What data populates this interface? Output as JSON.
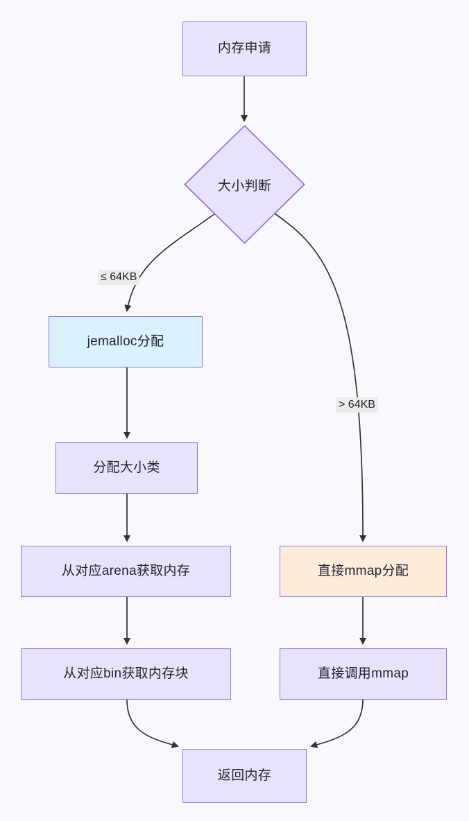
{
  "diagram": {
    "type": "flowchart",
    "direction": "top-down",
    "title_text": "",
    "background_color": "#f8f9fc",
    "theme": {
      "default_node_fill": "#e8e3fa",
      "node_border": "#9673e6",
      "cyan_node_fill": "#d9f2fb",
      "peach_node_fill": "#fcecd9",
      "edge_color": "#333333",
      "edge_label_bg": "#ebebeb",
      "text_color": "#1f2430"
    },
    "nodes": [
      {
        "id": "start",
        "label": "内存申请",
        "shape": "rect",
        "style": "default"
      },
      {
        "id": "size_check",
        "label": "大小判断",
        "shape": "diamond",
        "style": "default"
      },
      {
        "id": "jemalloc",
        "label": "jemalloc分配",
        "shape": "rect",
        "style": "cyan"
      },
      {
        "id": "size_class",
        "label": "分配大小类",
        "shape": "rect",
        "style": "default"
      },
      {
        "id": "arena",
        "label": "从对应arena获取内存",
        "shape": "rect",
        "style": "default"
      },
      {
        "id": "bin",
        "label": "从对应bin获取内存块",
        "shape": "rect",
        "style": "default"
      },
      {
        "id": "mmap_alloc",
        "label": "直接mmap分配",
        "shape": "rect",
        "style": "peach"
      },
      {
        "id": "mmap_call",
        "label": "直接调用mmap",
        "shape": "rect",
        "style": "default"
      },
      {
        "id": "return_mem",
        "label": "返回内存",
        "shape": "rect",
        "style": "default"
      }
    ],
    "edges": [
      {
        "from": "start",
        "to": "size_check",
        "label": ""
      },
      {
        "from": "size_check",
        "to": "jemalloc",
        "label": "≤ 64KB"
      },
      {
        "from": "size_check",
        "to": "mmap_alloc",
        "label": "> 64KB"
      },
      {
        "from": "jemalloc",
        "to": "size_class",
        "label": ""
      },
      {
        "from": "size_class",
        "to": "arena",
        "label": ""
      },
      {
        "from": "arena",
        "to": "bin",
        "label": ""
      },
      {
        "from": "bin",
        "to": "return_mem",
        "label": ""
      },
      {
        "from": "mmap_alloc",
        "to": "mmap_call",
        "label": ""
      },
      {
        "from": "mmap_call",
        "to": "return_mem",
        "label": ""
      }
    ],
    "edge_labels": {
      "small": "≤ 64KB",
      "large": "> 64KB"
    }
  }
}
